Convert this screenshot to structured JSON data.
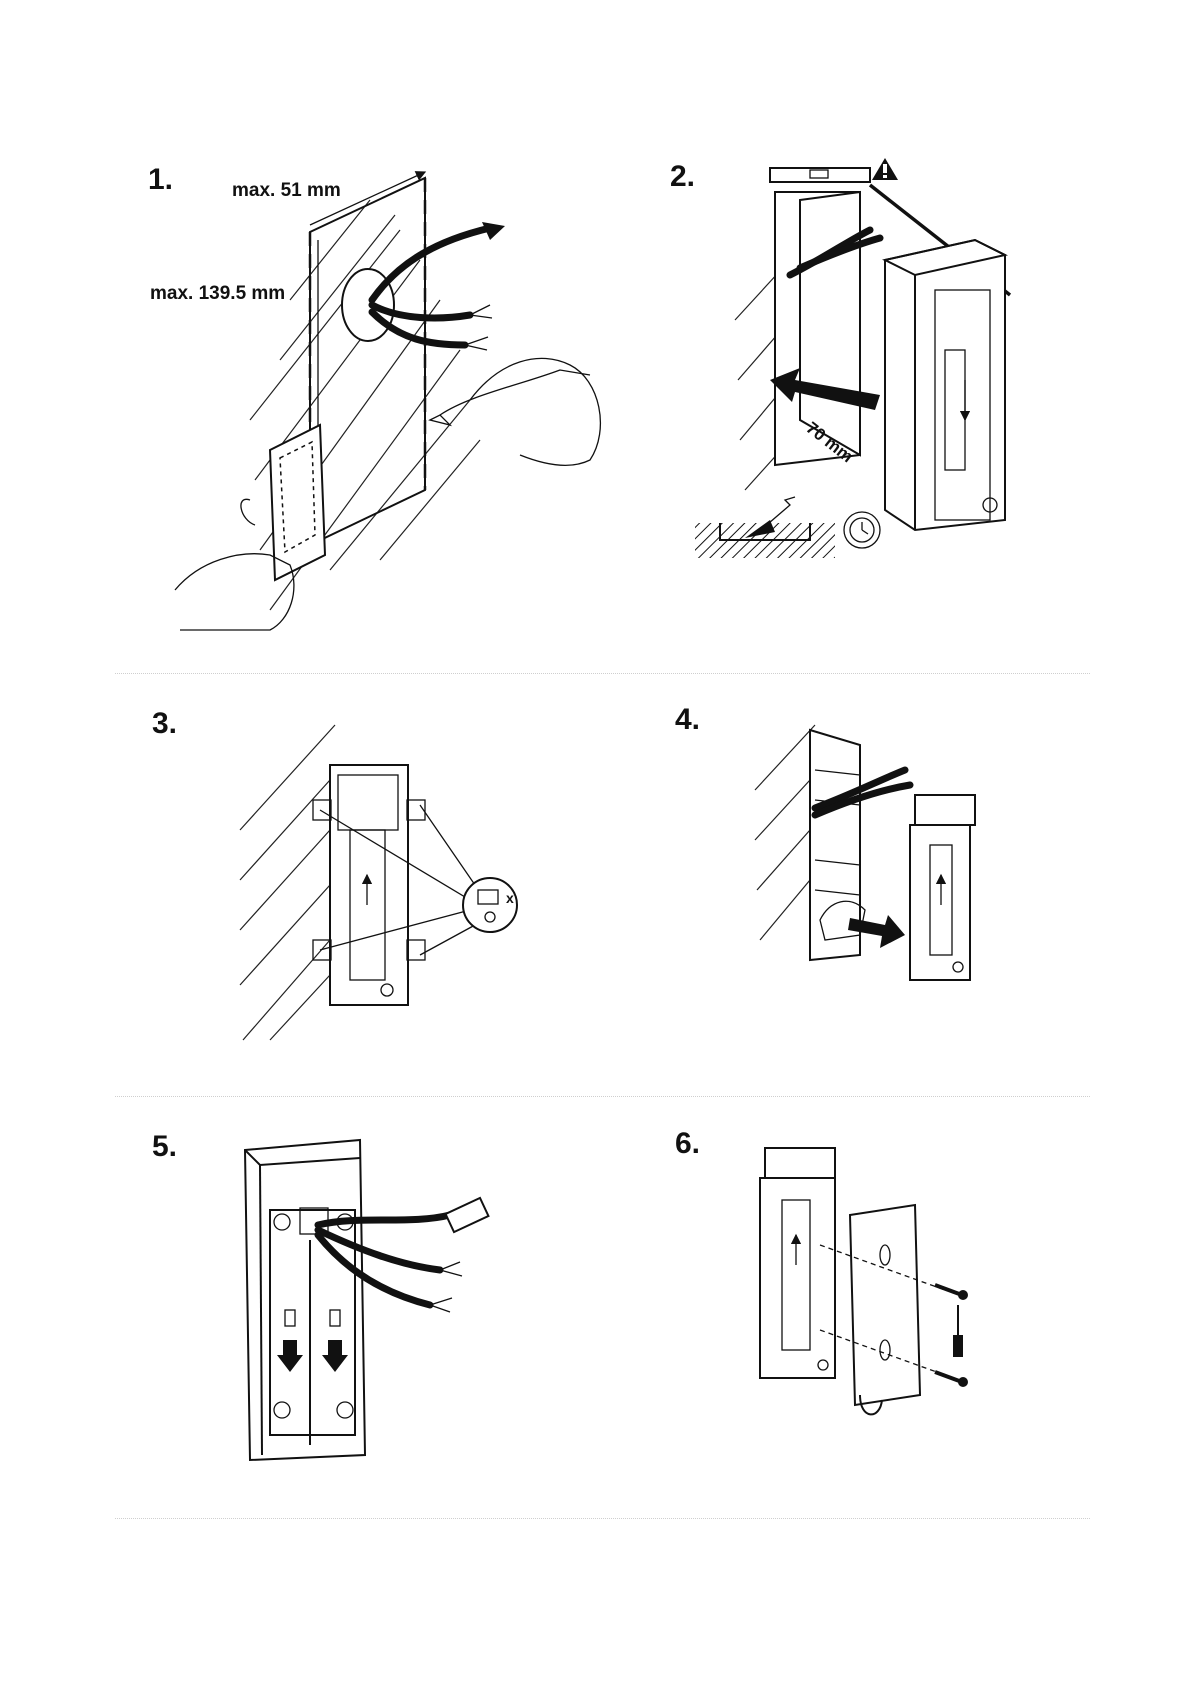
{
  "steps": [
    {
      "number": "1.",
      "labels": {
        "width": "max. 51 mm",
        "height": "max. 139.5 mm"
      }
    },
    {
      "number": "2.",
      "labels": {
        "depth": "70 mm"
      }
    },
    {
      "number": "3.",
      "labels": {
        "mark": "x"
      }
    },
    {
      "number": "4."
    },
    {
      "number": "5."
    },
    {
      "number": "6."
    }
  ],
  "icons": [
    "warning-icon",
    "spirit-level-icon",
    "trowel-icon",
    "clock-icon",
    "screwdriver-icon",
    "screw-icon",
    "pencil-icon",
    "hand-icon",
    "ethernet-plug-icon"
  ]
}
